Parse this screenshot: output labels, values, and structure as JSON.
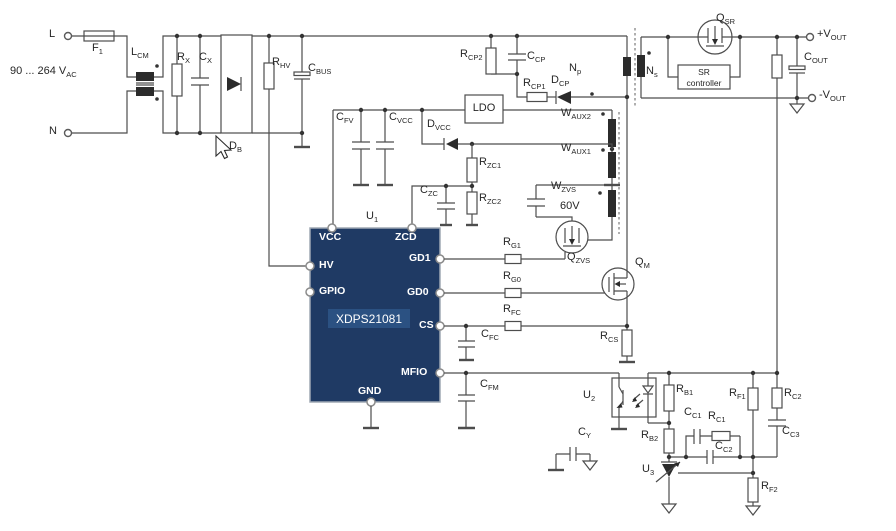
{
  "ic": {
    "ref": {
      "m": "U",
      "s": "1"
    },
    "part": "XDPS21081",
    "pins": {
      "vcc": "VCC",
      "zcd": "ZCD",
      "hv": "HV",
      "gpio": "GPIO",
      "gd1": "GD1",
      "gd0": "GD0",
      "cs": "CS",
      "mfio": "MFIO",
      "gnd": "GND"
    }
  },
  "boxes": {
    "ldo": "LDO",
    "sr_line1": "SR",
    "sr_line2": "controller"
  },
  "labels": {
    "l": {
      "m": "L"
    },
    "n": {
      "m": "N"
    },
    "range": {
      "m": "90 ... 264 V",
      "s": "AC"
    },
    "f1": {
      "m": "F",
      "s": "1"
    },
    "lcm": {
      "m": "L",
      "s": "CM"
    },
    "rx": {
      "m": "R",
      "s": "X"
    },
    "cx": {
      "m": "C",
      "s": "X"
    },
    "db": {
      "m": "D",
      "s": "B"
    },
    "rhv": {
      "m": "R",
      "s": "HV"
    },
    "cbus": {
      "m": "C",
      "s": "BUS"
    },
    "rcp2": {
      "m": "R",
      "s": "CP2"
    },
    "ccp": {
      "m": "C",
      "s": "CP"
    },
    "rcp1": {
      "m": "R",
      "s": "CP1"
    },
    "dcp": {
      "m": "D",
      "s": "CP"
    },
    "np": {
      "m": "N",
      "s": "p"
    },
    "ns": {
      "m": "N",
      "s": "s"
    },
    "qsr": {
      "m": "Q",
      "s": "SR"
    },
    "vout_pos": {
      "m": "+V",
      "s": "OUT"
    },
    "cout": {
      "m": "C",
      "s": "OUT"
    },
    "vout_neg": {
      "m": "-V",
      "s": "OUT"
    },
    "cfv": {
      "m": "C",
      "s": "FV"
    },
    "cvcc": {
      "m": "C",
      "s": "VCC"
    },
    "dvcc": {
      "m": "D",
      "s": "VCC"
    },
    "waux2": {
      "m": "W",
      "s": "AUX2"
    },
    "waux1": {
      "m": "W",
      "s": "AUX1"
    },
    "rzc1": {
      "m": "R",
      "s": "ZC1"
    },
    "czc": {
      "m": "C",
      "s": "ZC"
    },
    "rzc2": {
      "m": "R",
      "s": "ZC2"
    },
    "wzvs": {
      "m": "W",
      "s": "ZVS"
    },
    "wzvs_v": {
      "m": "60V"
    },
    "qzvs": {
      "m": "Q",
      "s": "ZVS"
    },
    "rg1": {
      "m": "R",
      "s": "G1"
    },
    "rg0": {
      "m": "R",
      "s": "G0"
    },
    "rfc": {
      "m": "R",
      "s": "FC"
    },
    "qm": {
      "m": "Q",
      "s": "M"
    },
    "rcs": {
      "m": "R",
      "s": "CS"
    },
    "cfc": {
      "m": "C",
      "s": "FC"
    },
    "cfm": {
      "m": "C",
      "s": "FM"
    },
    "u2": {
      "m": "U",
      "s": "2"
    },
    "u3": {
      "m": "U",
      "s": "3"
    },
    "cy": {
      "m": "C",
      "s": "Y"
    },
    "rb1": {
      "m": "R",
      "s": "B1"
    },
    "rb2": {
      "m": "R",
      "s": "B2"
    },
    "cc1": {
      "m": "C",
      "s": "C1"
    },
    "rc1": {
      "m": "R",
      "s": "C1"
    },
    "cc2": {
      "m": "C",
      "s": "C2"
    },
    "cc3": {
      "m": "C",
      "s": "C3"
    },
    "rf1": {
      "m": "R",
      "s": "F1"
    },
    "rc2": {
      "m": "R",
      "s": "C2"
    },
    "rf2": {
      "m": "R",
      "s": "F2"
    }
  },
  "colors": {
    "ic_fill": "#1f3a64",
    "ic_part_fill": "#2b5182",
    "line": "#4d4d4d"
  }
}
